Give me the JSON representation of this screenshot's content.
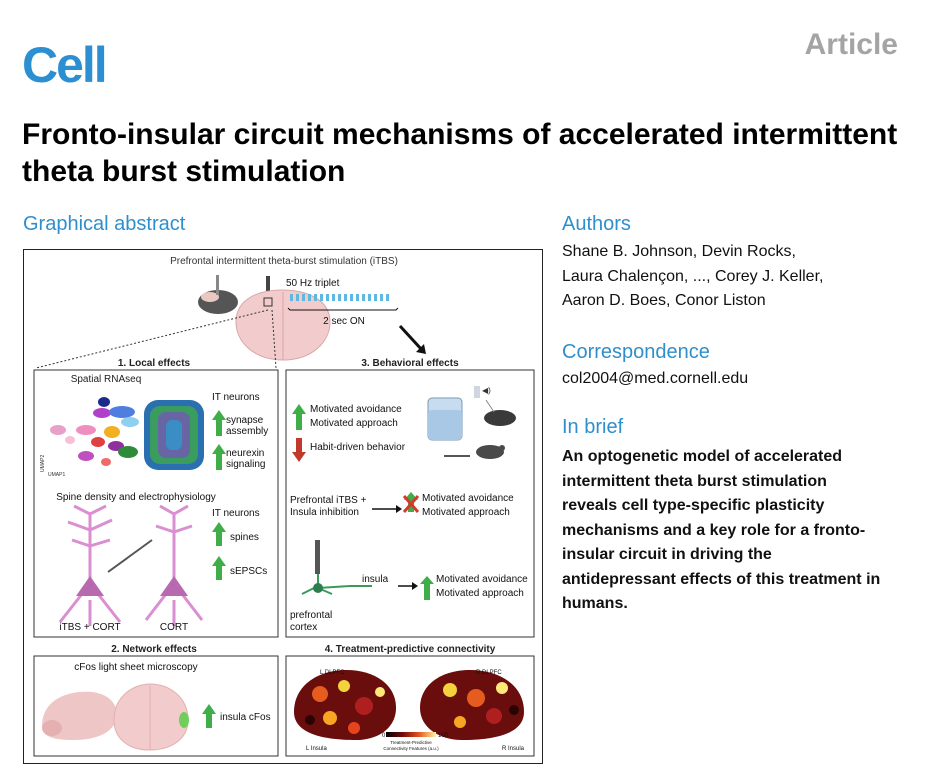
{
  "journal": {
    "name": "Cell",
    "article_type": "Article"
  },
  "title": "Fronto-insular circuit mechanisms of accelerated intermittent theta burst stimulation",
  "graphical_abstract": {
    "heading": "Graphical abstract",
    "top_title": "Prefrontal intermittent theta-burst stimulation (iTBS)",
    "pulse_label": "50 Hz triplet",
    "duration_label": "2 sec ON",
    "panel1": {
      "title": "1. Local effects",
      "spatial": "Spatial RNAseq",
      "umap_y": "UMAP2",
      "umap_x": "UMAP1",
      "it_neurons_1": "IT neurons",
      "synapse_1": "synapse",
      "synapse_2": "assembly",
      "neurexin_1": "neurexin",
      "neurexin_2": "signaling",
      "spine_title": "Spine density and electrophysiology",
      "it_neurons_2": "IT neurons",
      "spines": "spines",
      "sepscs": "sEPSCs",
      "neuron_left": "iTBS + CORT",
      "neuron_right": "CORT"
    },
    "panel2": {
      "title": "2. Network effects",
      "microscopy": "cFos light sheet microscopy",
      "insula": "insula cFos"
    },
    "panel3": {
      "title": "3. Behavioral effects",
      "avoid_1": "Motivated avoidance",
      "approach_1": "Motivated approach",
      "habit": "Habit-driven behavior",
      "combo_1": "Prefrontal iTBS +",
      "combo_2": "Insula inhibition",
      "avoid_2": "Motivated avoidance",
      "approach_2": "Motivated approach",
      "insula": "insula",
      "avoid_3": "Motivated avoidance",
      "approach_3": "Motivated approach",
      "pfc_1": "prefrontal",
      "pfc_2": "cortex"
    },
    "panel4": {
      "title": "4. Treatment-predictive connectivity",
      "l_dlpfc": "L DLPFC",
      "r_dlpfc": "R DLPFC",
      "l_insula": "L Insula",
      "r_insula": "R Insula",
      "scale_min": "0",
      "scale_max": "100",
      "scale_label_1": "Treatment-Predictive",
      "scale_label_2": "Connectivity Features (a.u.)"
    }
  },
  "authors": {
    "heading": "Authors",
    "lines": [
      "Shane B. Johnson, Devin Rocks,",
      "Laura Chalençon, ..., Corey J. Keller,",
      "Aaron D. Boes, Conor Liston"
    ]
  },
  "correspondence": {
    "heading": "Correspondence",
    "email": "col2004@med.cornell.edu"
  },
  "in_brief": {
    "heading": "In brief",
    "lines": [
      "An optogenetic model of accelerated",
      "intermittent theta burst stimulation",
      "reveals cell type-specific plasticity",
      "mechanisms and a key role for a fronto-",
      "insular circuit in driving the",
      "antidepressant effects of this treatment in",
      "humans."
    ]
  },
  "colors": {
    "brand": "#2c8fd1",
    "section": "#2f8fcd",
    "up_arrow": "#3fae49",
    "down_arrow": "#c0392b",
    "neuron": "#d98fd0"
  }
}
